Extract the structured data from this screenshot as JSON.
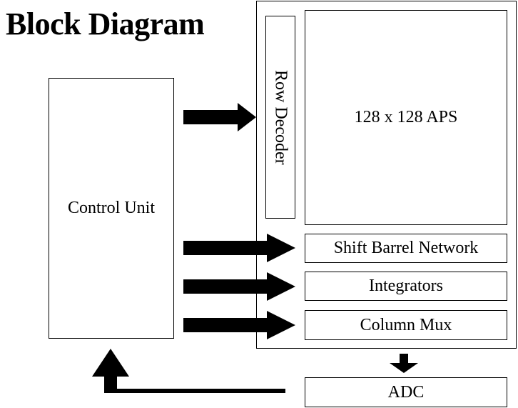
{
  "title": "Block Diagram",
  "blocks": {
    "control_unit": "Control Unit",
    "row_decoder": "Row Decoder",
    "aps": "128 x 128 APS",
    "shift_barrel": "Shift Barrel Network",
    "integrators": "Integrators",
    "column_mux": "Column Mux",
    "adc": "ADC"
  },
  "colors": {
    "line": "#000000",
    "background": "#ffffff"
  }
}
